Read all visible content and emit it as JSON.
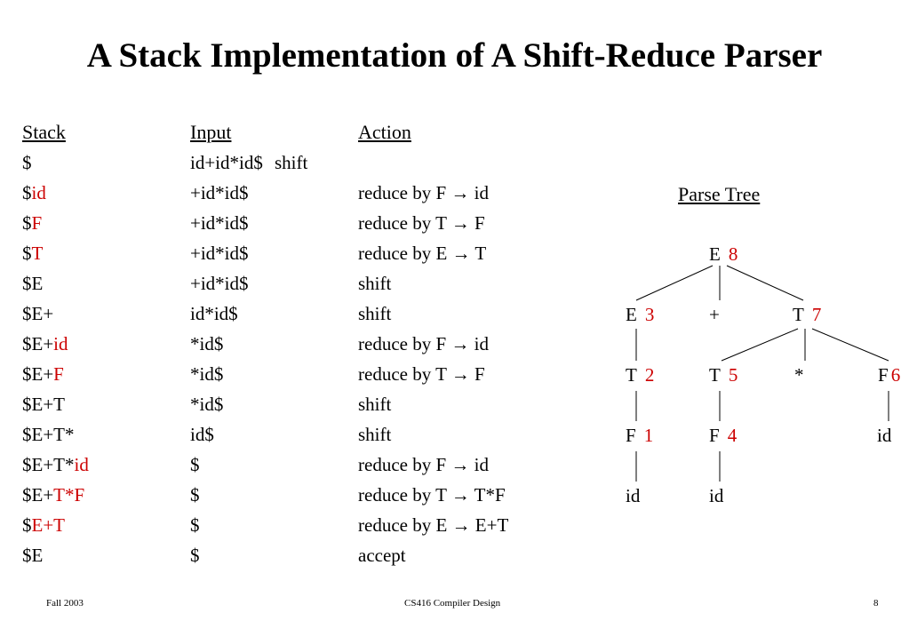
{
  "title": "A Stack Implementation of A Shift-Reduce Parser",
  "columns": {
    "stack": "Stack",
    "input": "Input",
    "action": "Action"
  },
  "colors": {
    "highlight": "#cc0000",
    "text": "#000000"
  },
  "rows": [
    {
      "stack": [
        {
          "t": "$",
          "hl": false
        }
      ],
      "input": "id+id*id$",
      "action": "shift"
    },
    {
      "stack": [
        {
          "t": "$",
          "hl": false
        },
        {
          "t": "id",
          "hl": true
        }
      ],
      "input": "+id*id$",
      "action": "reduce by F → id"
    },
    {
      "stack": [
        {
          "t": "$",
          "hl": false
        },
        {
          "t": "F",
          "hl": true
        }
      ],
      "input": "+id*id$",
      "action": "reduce by T → F"
    },
    {
      "stack": [
        {
          "t": "$",
          "hl": false
        },
        {
          "t": "T",
          "hl": true
        }
      ],
      "input": "+id*id$",
      "action": "reduce by E → T"
    },
    {
      "stack": [
        {
          "t": "$E",
          "hl": false
        }
      ],
      "input": "+id*id$",
      "action": "shift"
    },
    {
      "stack": [
        {
          "t": "$E+",
          "hl": false
        }
      ],
      "input": "id*id$",
      "action": "shift"
    },
    {
      "stack": [
        {
          "t": "$E+",
          "hl": false
        },
        {
          "t": "id",
          "hl": true
        }
      ],
      "input": "*id$",
      "action": "reduce by F → id"
    },
    {
      "stack": [
        {
          "t": "$E+",
          "hl": false
        },
        {
          "t": "F",
          "hl": true
        }
      ],
      "input": "*id$",
      "action": "reduce by T → F"
    },
    {
      "stack": [
        {
          "t": "$E+T",
          "hl": false
        }
      ],
      "input": "*id$",
      "action": "shift"
    },
    {
      "stack": [
        {
          "t": "$E+T*",
          "hl": false
        }
      ],
      "input": "id$",
      "action": "shift"
    },
    {
      "stack": [
        {
          "t": "$E+T*",
          "hl": false
        },
        {
          "t": "id",
          "hl": true
        }
      ],
      "input": "$",
      "action": "reduce by F → id"
    },
    {
      "stack": [
        {
          "t": "$E+",
          "hl": false
        },
        {
          "t": "T*F",
          "hl": true
        }
      ],
      "input": "$",
      "action": "reduce by T → T*F"
    },
    {
      "stack": [
        {
          "t": "$",
          "hl": false
        },
        {
          "t": "E+T",
          "hl": true
        }
      ],
      "input": "$",
      "action": "reduce by E → E+T"
    },
    {
      "stack": [
        {
          "t": "$E",
          "hl": false
        }
      ],
      "input": "$",
      "action": "accept"
    }
  ],
  "parse_tree": {
    "title": "Parse Tree",
    "nodes": [
      {
        "id": "E8",
        "label": "E",
        "num": "8"
      },
      {
        "id": "E3",
        "label": "E",
        "num": "3"
      },
      {
        "id": "plus",
        "label": "+",
        "num": ""
      },
      {
        "id": "T7",
        "label": "T",
        "num": "7"
      },
      {
        "id": "T2",
        "label": "T",
        "num": "2"
      },
      {
        "id": "T5",
        "label": "T",
        "num": "5"
      },
      {
        "id": "star",
        "label": "*",
        "num": ""
      },
      {
        "id": "F6",
        "label": "F",
        "num": "6"
      },
      {
        "id": "F1",
        "label": "F",
        "num": "1"
      },
      {
        "id": "F4",
        "label": "F",
        "num": "4"
      },
      {
        "id": "id6",
        "label": "id",
        "num": ""
      },
      {
        "id": "id1",
        "label": "id",
        "num": ""
      },
      {
        "id": "id4",
        "label": "id",
        "num": ""
      }
    ]
  },
  "footer": {
    "left": "Fall 2003",
    "center": "CS416 Compiler Design",
    "right": "8"
  }
}
